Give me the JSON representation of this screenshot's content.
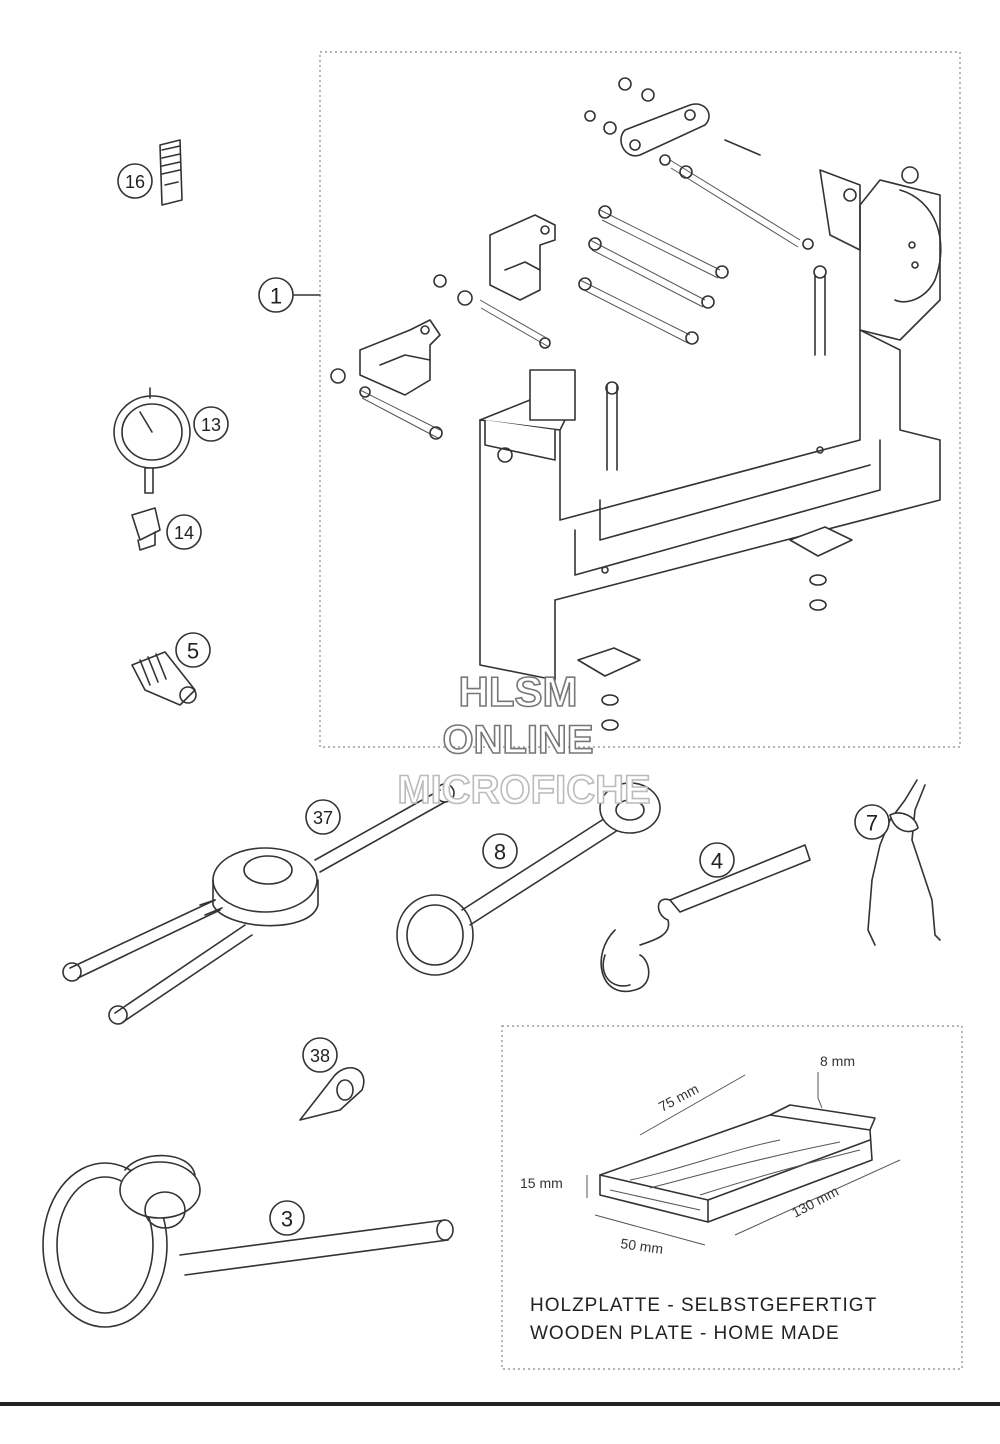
{
  "callouts": {
    "c1": "1",
    "c3": "3",
    "c4": "4",
    "c5": "5",
    "c7": "7",
    "c8": "8",
    "c13": "13",
    "c14": "14",
    "c16": "16",
    "c37": "37",
    "c38": "38"
  },
  "wooden_plate": {
    "dim_length": "130 mm",
    "dim_width": "50 mm",
    "dim_height": "15 mm",
    "dim_step_length": "75 mm",
    "dim_step_height": "8 mm",
    "caption_de": "HOLZPLATTE - SELBSTGEFERTIGT",
    "caption_en": "WOODEN PLATE - HOME MADE"
  },
  "watermark": {
    "line1": "HLSM",
    "line2": "ONLINE",
    "line3": "MICROFICHE"
  },
  "colors": {
    "line": "#333333",
    "background": "#ffffff",
    "watermark_stroke": "#777777"
  }
}
